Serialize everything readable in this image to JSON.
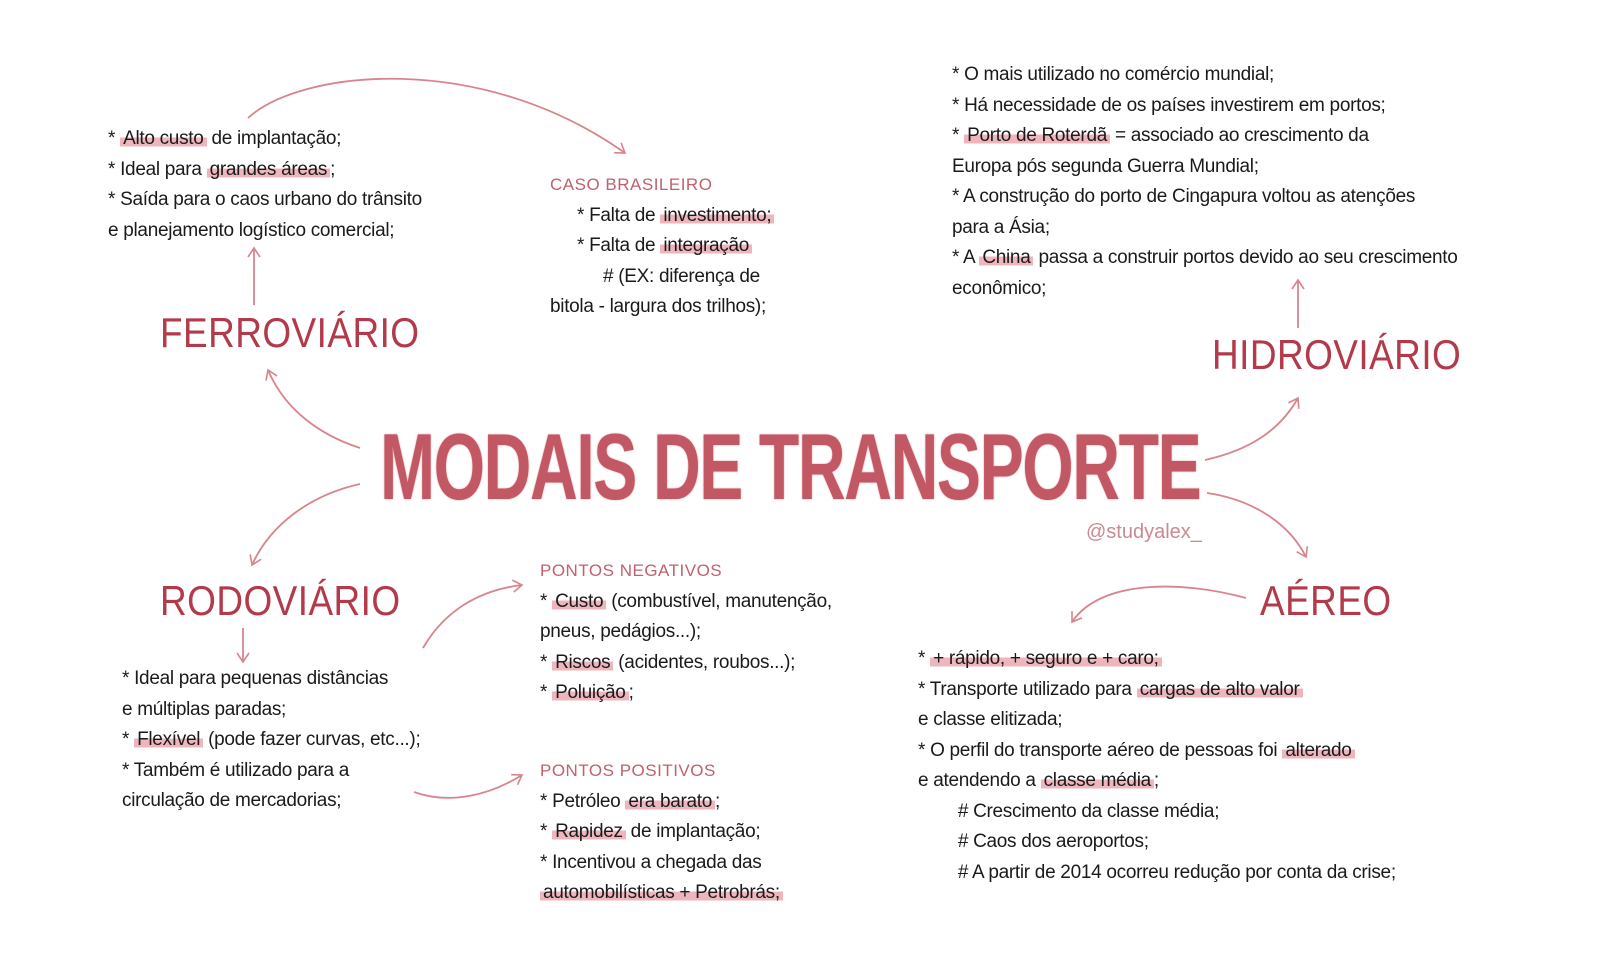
{
  "title": "MODAIS DE TRANSPORTE",
  "handle": "@studyalex_",
  "accent_color": "#b23a4a",
  "highlight_color": "#e27887",
  "ferroviario": {
    "heading": "FERROVIÁRIO",
    "lines": [
      [
        {
          "t": "* "
        },
        {
          "t": "Alto custo",
          "hl": true
        },
        {
          "t": " de implantação;"
        }
      ],
      [
        {
          "t": "* Ideal para "
        },
        {
          "t": "grandes áreas",
          "hl": true
        },
        {
          "t": ";"
        }
      ],
      [
        {
          "t": "* Saída para o caos urbano do trânsito"
        }
      ],
      [
        {
          "t": "e planejamento logístico comercial;"
        }
      ]
    ],
    "caso_brasileiro": {
      "title": "CASO BRASILEIRO",
      "lines": [
        [
          {
            "t": "* Falta de "
          },
          {
            "t": "investimento;",
            "hl": true
          }
        ],
        [
          {
            "t": "* Falta de "
          },
          {
            "t": "integração",
            "hl": true
          }
        ],
        [
          {
            "t": "# (EX: diferença de"
          }
        ],
        [
          {
            "t": "bitola - largura dos trilhos);"
          }
        ]
      ]
    }
  },
  "hidroviario": {
    "heading": "HIDROVIÁRIO",
    "lines": [
      [
        {
          "t": "* O mais utilizado no comércio mundial;"
        }
      ],
      [
        {
          "t": "* Há necessidade de os países investirem em portos;"
        }
      ],
      [
        {
          "t": "* "
        },
        {
          "t": "Porto de Roterdã",
          "hl": true
        },
        {
          "t": " = associado ao crescimento da"
        }
      ],
      [
        {
          "t": "Europa pós segunda Guerra Mundial;"
        }
      ],
      [
        {
          "t": "* A construção do porto de Cingapura voltou as atenções"
        }
      ],
      [
        {
          "t": "para a Ásia;"
        }
      ],
      [
        {
          "t": "* A "
        },
        {
          "t": "China",
          "hl": true
        },
        {
          "t": " passa a construir portos devido ao seu crescimento"
        }
      ],
      [
        {
          "t": "econômico;"
        }
      ]
    ]
  },
  "rodoviario": {
    "heading": "RODOVIÁRIO",
    "lines": [
      [
        {
          "t": "* Ideal para pequenas distâncias"
        }
      ],
      [
        {
          "t": "e múltiplas paradas;"
        }
      ],
      [
        {
          "t": "* "
        },
        {
          "t": "Flexível",
          "hl": true
        },
        {
          "t": " (pode fazer curvas, etc...);"
        }
      ],
      [
        {
          "t": "* Também é utilizado para a"
        }
      ],
      [
        {
          "t": "circulação de mercadorias;"
        }
      ]
    ],
    "pontos_negativos": {
      "title": "PONTOS NEGATIVOS",
      "lines": [
        [
          {
            "t": "* "
          },
          {
            "t": "Custo",
            "hl": true
          },
          {
            "t": " (combustível, manutenção,"
          }
        ],
        [
          {
            "t": "pneus, pedágios...);"
          }
        ],
        [
          {
            "t": "* "
          },
          {
            "t": "Riscos",
            "hl": true
          },
          {
            "t": " (acidentes, roubos...);"
          }
        ],
        [
          {
            "t": "* "
          },
          {
            "t": "Poluição",
            "hl": true
          },
          {
            "t": ";"
          }
        ]
      ]
    },
    "pontos_positivos": {
      "title": "PONTOS POSITIVOS",
      "lines": [
        [
          {
            "t": "* Petróleo "
          },
          {
            "t": "era barato",
            "hl": true
          },
          {
            "t": ";"
          }
        ],
        [
          {
            "t": "* "
          },
          {
            "t": "Rapidez",
            "hl": true
          },
          {
            "t": " de implantação;"
          }
        ],
        [
          {
            "t": "* Incentivou a chegada das"
          }
        ],
        [
          {
            "t": "automobilísticas + Petrobrás;",
            "hl": true
          }
        ]
      ]
    }
  },
  "aereo": {
    "heading": "AÉREO",
    "lines": [
      [
        {
          "t": "* "
        },
        {
          "t": "+ rápido, + seguro e + caro;",
          "hl": true
        }
      ],
      [
        {
          "t": "* Transporte utilizado para "
        },
        {
          "t": "cargas de alto valor",
          "hl": true
        }
      ],
      [
        {
          "t": "e classe elitizada;"
        }
      ],
      [
        {
          "t": "* O perfil do transporte aéreo de pessoas foi "
        },
        {
          "t": "alterado",
          "hl": true
        }
      ],
      [
        {
          "t": "e atendendo a "
        },
        {
          "t": "classe média",
          "hl": true
        },
        {
          "t": ";"
        }
      ],
      [
        {
          "t": "        # Crescimento da classe média;"
        }
      ],
      [
        {
          "t": "        # Caos dos aeroportos;"
        }
      ],
      [
        {
          "t": "        # A partir de 2014 ocorreu redução por conta da crise;"
        }
      ]
    ]
  }
}
